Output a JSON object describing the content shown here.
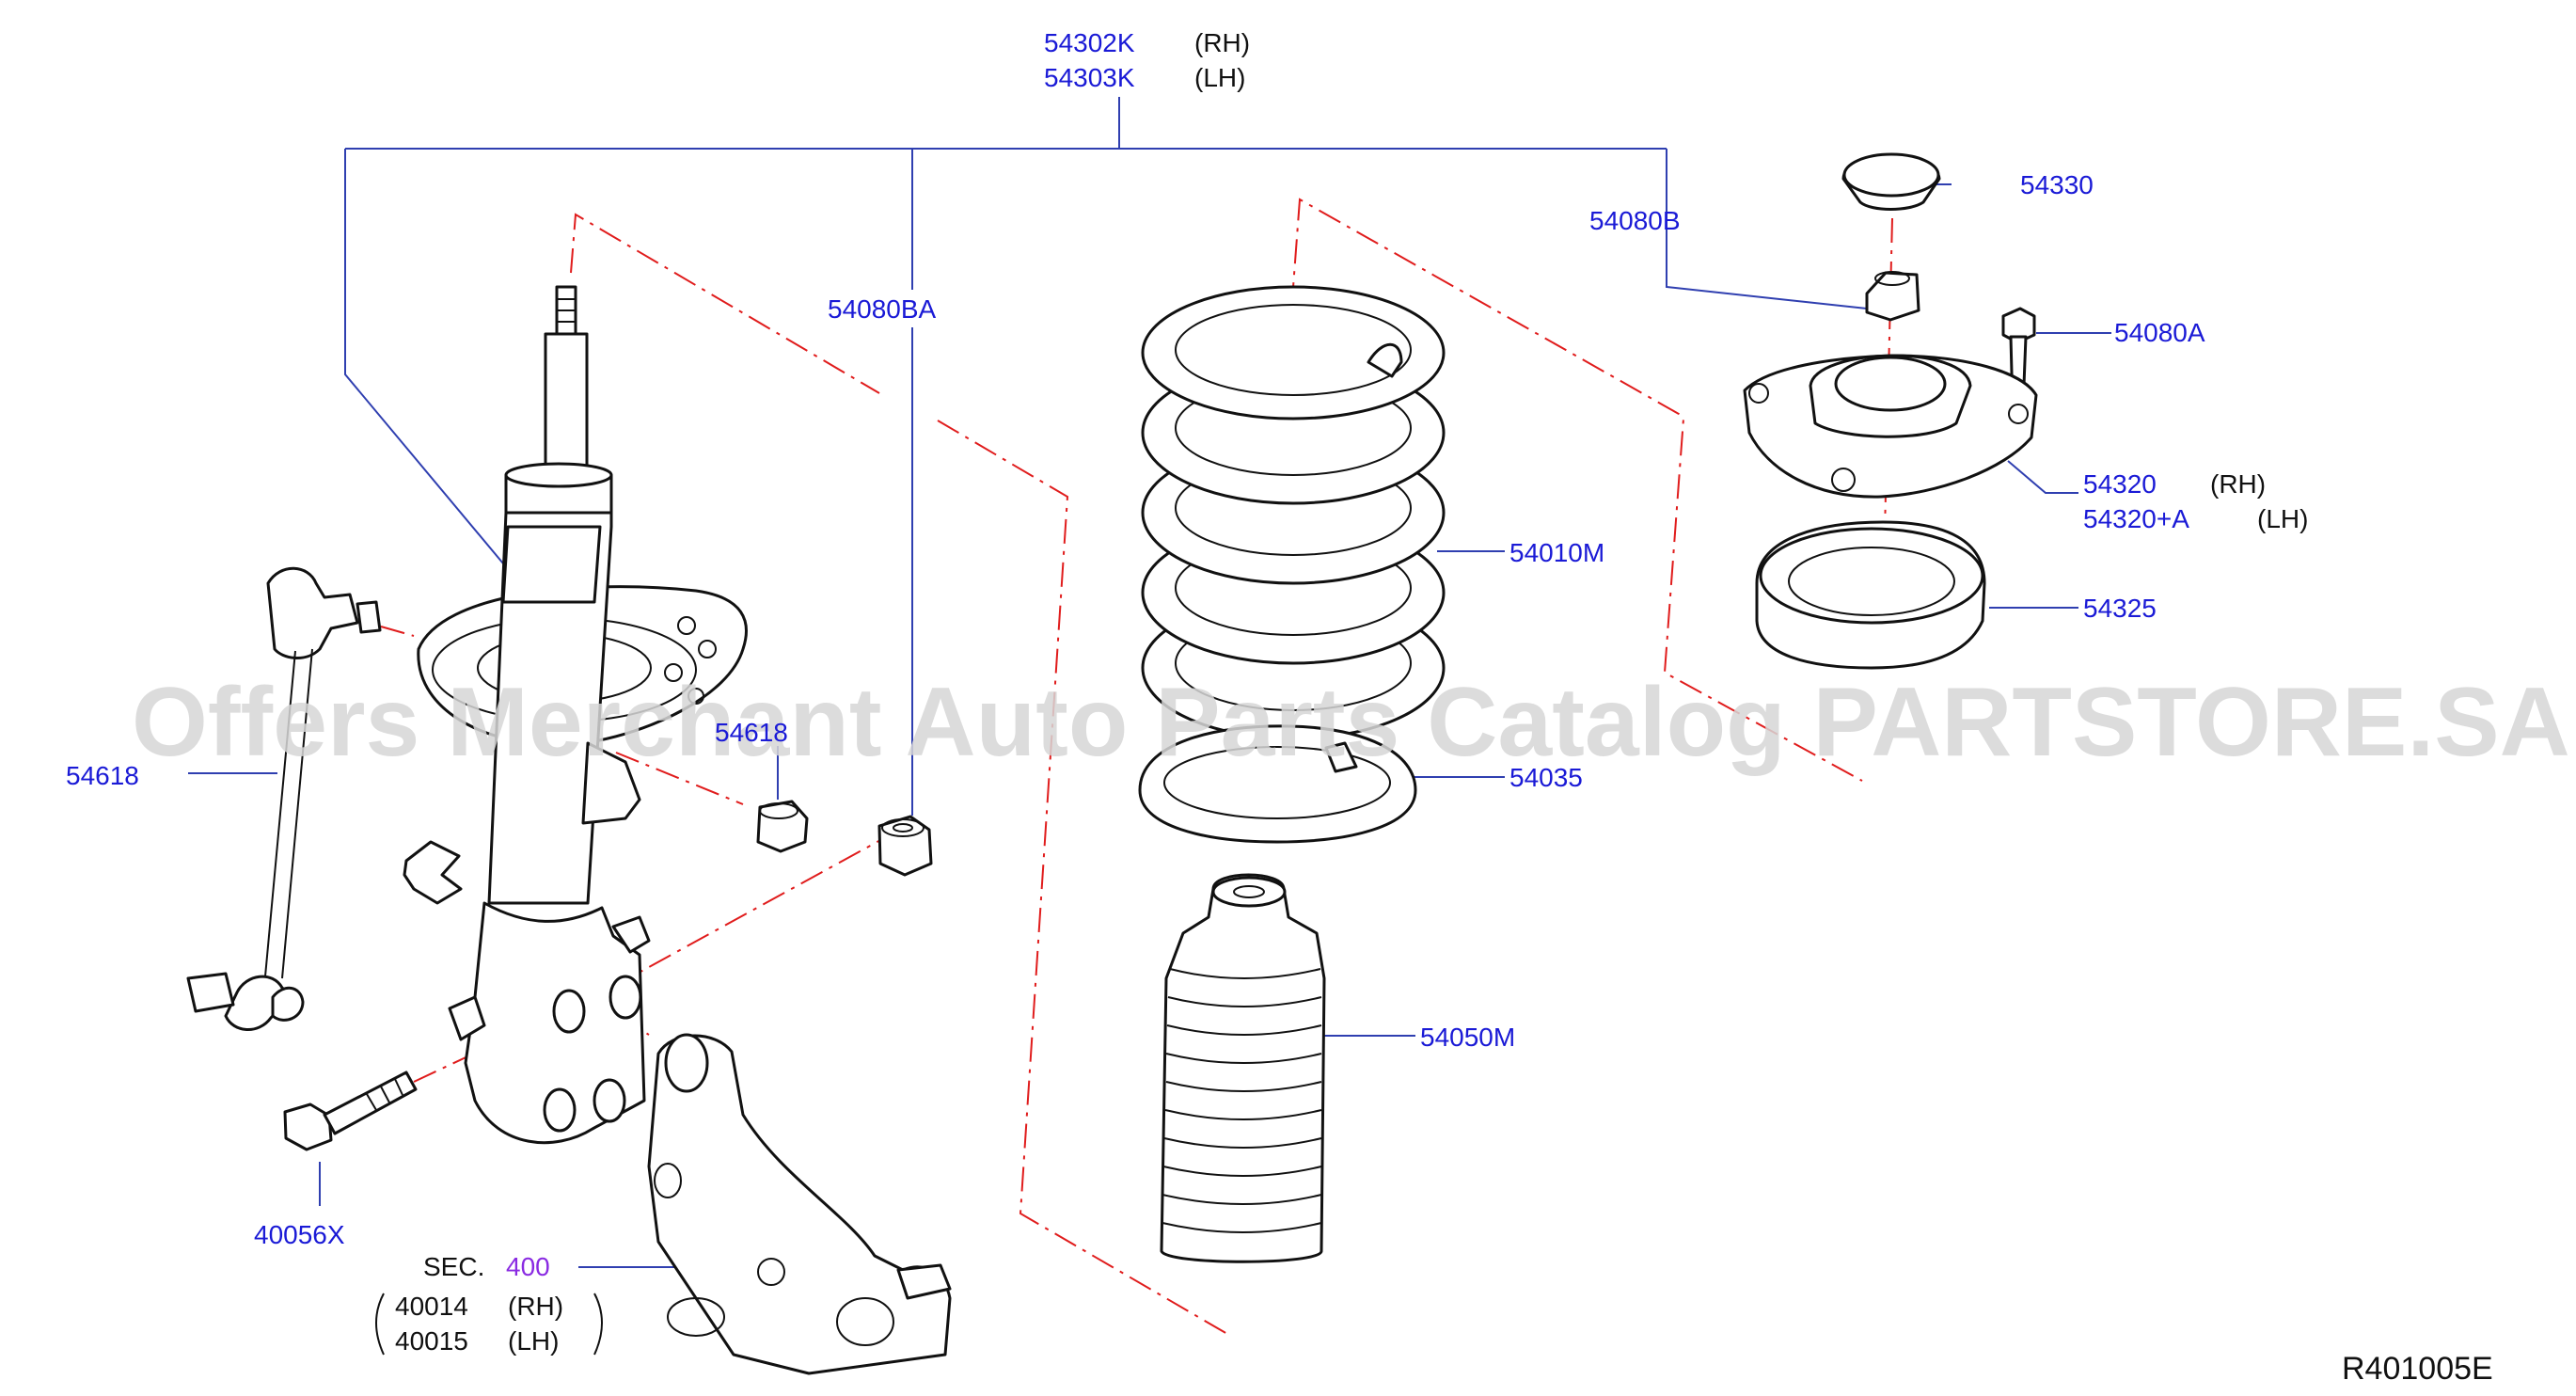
{
  "labels": {
    "strut_rh": "54302K",
    "strut_lh": "54303K",
    "rh": "(RH)",
    "lh": "(LH)",
    "nut_ba": "54080BA",
    "nut_b": "54080B",
    "cap": "54330",
    "bolt_a": "54080A",
    "mount_rh": "54320",
    "mount_lh": "54320+A",
    "bearing": "54325",
    "spring": "54010M",
    "seat": "54035",
    "boot": "54050M",
    "stabilizer": "54618",
    "nut_partial": "54618",
    "bolt": "40056X",
    "sec_prefix": "SEC.",
    "sec_number": "400",
    "knuckle_rh": "40014",
    "knuckle_lh": "40015",
    "ref_code": "R401005E"
  },
  "watermark": "Offers Merchant Auto Parts Catalog PARTSTORE.SA",
  "colors": {
    "part_number": "#1a1ad6",
    "leader": "#2f3fb0",
    "centerline": "#e01c1c",
    "section_number": "#8a2be2"
  }
}
